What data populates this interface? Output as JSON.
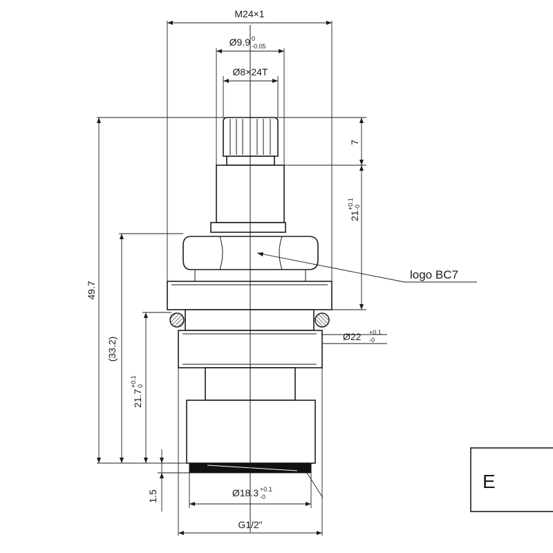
{
  "dimensions": {
    "thread_major": "M24×1",
    "stem_diameter_base": "Ø9.9",
    "stem_diameter_tol_upper": "0",
    "stem_diameter_tol_lower": "-0.05",
    "spline": "Ø8×24T",
    "spline_height": "7",
    "stem_height_base": "21",
    "stem_height_tol_upper": "+0.1",
    "stem_height_tol_lower": "-0",
    "overall_height": "49.7",
    "reference_height": "(33.2)",
    "lower_height_base": "21.7",
    "lower_height_tol_upper": "+0.1",
    "lower_height_tol_lower": "0",
    "oring_diameter_base": "Ø22",
    "oring_diameter_tol_upper": "+0.1",
    "oring_diameter_tol_lower": "-0",
    "washer_thickness": "1.5",
    "base_diameter_base": "Ø18.3",
    "base_diameter_tol_upper": "+0.1",
    "base_diameter_tol_lower": "-0",
    "pipe_thread": "G1/2\""
  },
  "annotations": {
    "logo_label": "logo BC7",
    "corner_box_letter": "E"
  }
}
